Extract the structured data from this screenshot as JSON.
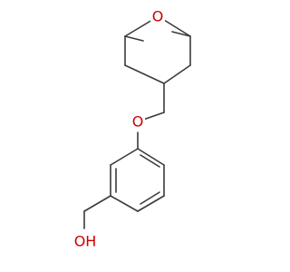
{
  "molecule": {
    "atom_labels": {
      "ring_oxygen": "O",
      "ether_oxygen": "O",
      "hydroxyl": "OH"
    },
    "colors": {
      "bond": "#3a3a3a",
      "heteroatom": "#cc0000",
      "background": "#ffffff"
    }
  }
}
